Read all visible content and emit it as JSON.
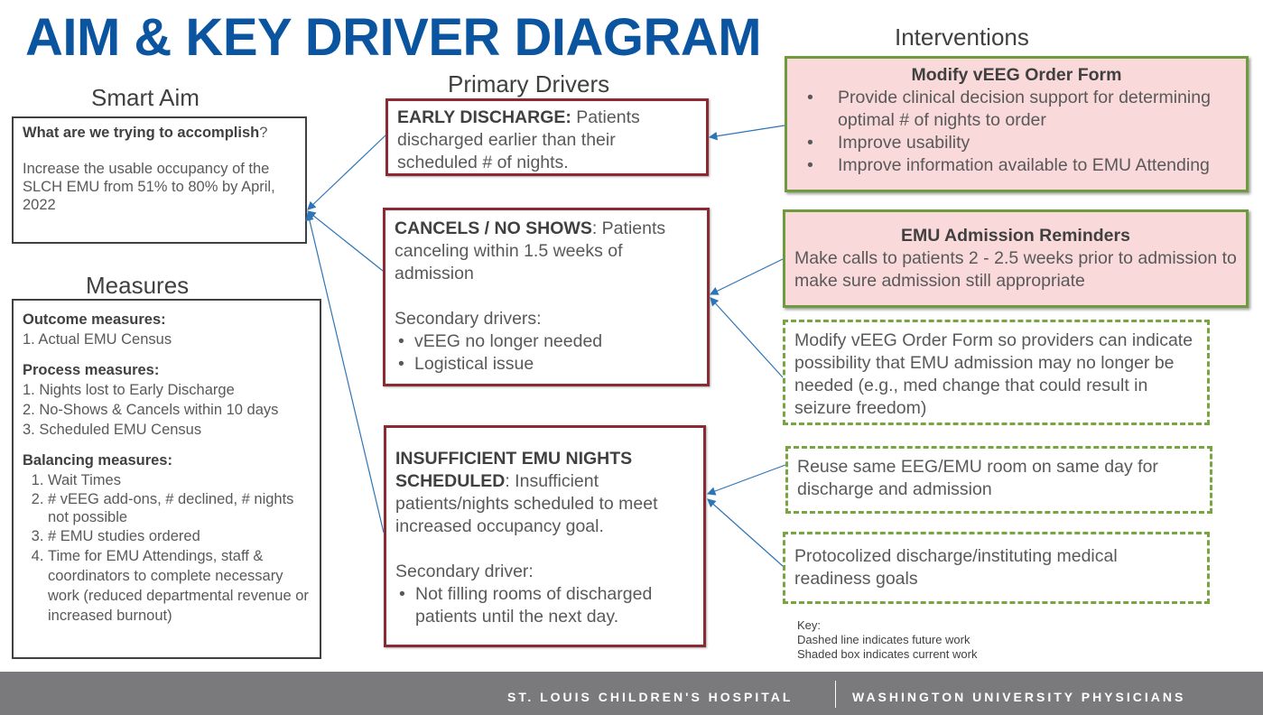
{
  "title": "AIM & KEY DRIVER DIAGRAM",
  "headers": {
    "smart_aim": "Smart Aim",
    "measures": "Measures",
    "primary": "Primary Drivers",
    "interventions": "Interventions"
  },
  "aim": {
    "q_bold": "What are we trying to accomplish",
    "q_end": "?",
    "text": "Increase the usable occupancy of the SLCH EMU from 51% to 80% by April, 2022"
  },
  "measures": {
    "outcome_title": "Outcome measures:",
    "outcome": [
      "1.  Actual EMU Census"
    ],
    "process_title": "Process measures:",
    "process": [
      "1. Nights lost to Early Discharge",
      "2. No-Shows & Cancels within 10 days",
      "3. Scheduled EMU Census"
    ],
    "balancing_title": "Balancing measures:",
    "balancing": [
      "Wait Times",
      "# vEEG add-ons, # declined, # nights not possible",
      "# EMU studies ordered",
      "Time for EMU Attendings, staff & coordinators to complete necessary work (reduced departmental revenue or increased burnout)"
    ]
  },
  "drivers": [
    {
      "title": "EARLY DISCHARGE:",
      "text": " Patients discharged earlier than their scheduled # of nights."
    },
    {
      "title": "CANCELS / NO SHOWS",
      "text": ": Patients canceling within 1.5 weeks of admission",
      "sec_title": "Secondary drivers:",
      "sec": [
        "vEEG no longer needed",
        "Logistical issue"
      ]
    },
    {
      "title": "INSUFFICIENT EMU NIGHTS SCHEDULED",
      "text": ": Insufficient patients/nights scheduled to meet increased occupancy goal.",
      "sec_title": "Secondary driver:",
      "sec": [
        "Not filling rooms of discharged patients until the next day."
      ]
    }
  ],
  "interventions": [
    {
      "title": "Modify vEEG Order Form",
      "items": [
        "Provide clinical decision support for determining optimal # of nights to order",
        "Improve usability",
        "Improve information available to EMU Attending"
      ],
      "status": "current"
    },
    {
      "title": "EMU Admission Reminders",
      "text": "Make calls to patients 2 - 2.5 weeks prior to admission to make sure admission still appropriate",
      "status": "current"
    },
    {
      "text": "Modify vEEG Order Form so providers can indicate possibility that EMU admission may no longer be needed (e.g., med change that could result in seizure freedom)",
      "status": "future"
    },
    {
      "text": "Reuse same EEG/EMU room on same day for discharge and admission",
      "status": "future"
    },
    {
      "text": "Protocolized discharge/instituting medical readiness goals",
      "status": "future"
    }
  ],
  "key": {
    "title": "Key:",
    "dashed": "Dashed line indicates future work",
    "shaded": "Shaded box indicates current work"
  },
  "footer": {
    "left": "ST. LOUIS CHILDREN'S HOSPITAL",
    "right": "WASHINGTON UNIVERSITY PHYSICIANS"
  },
  "colors": {
    "title": "#0b55a0",
    "driver_border": "#8b2a32",
    "current_fill": "#f9d9d9",
    "green": "#77a53f",
    "arrow": "#2e75b6"
  }
}
